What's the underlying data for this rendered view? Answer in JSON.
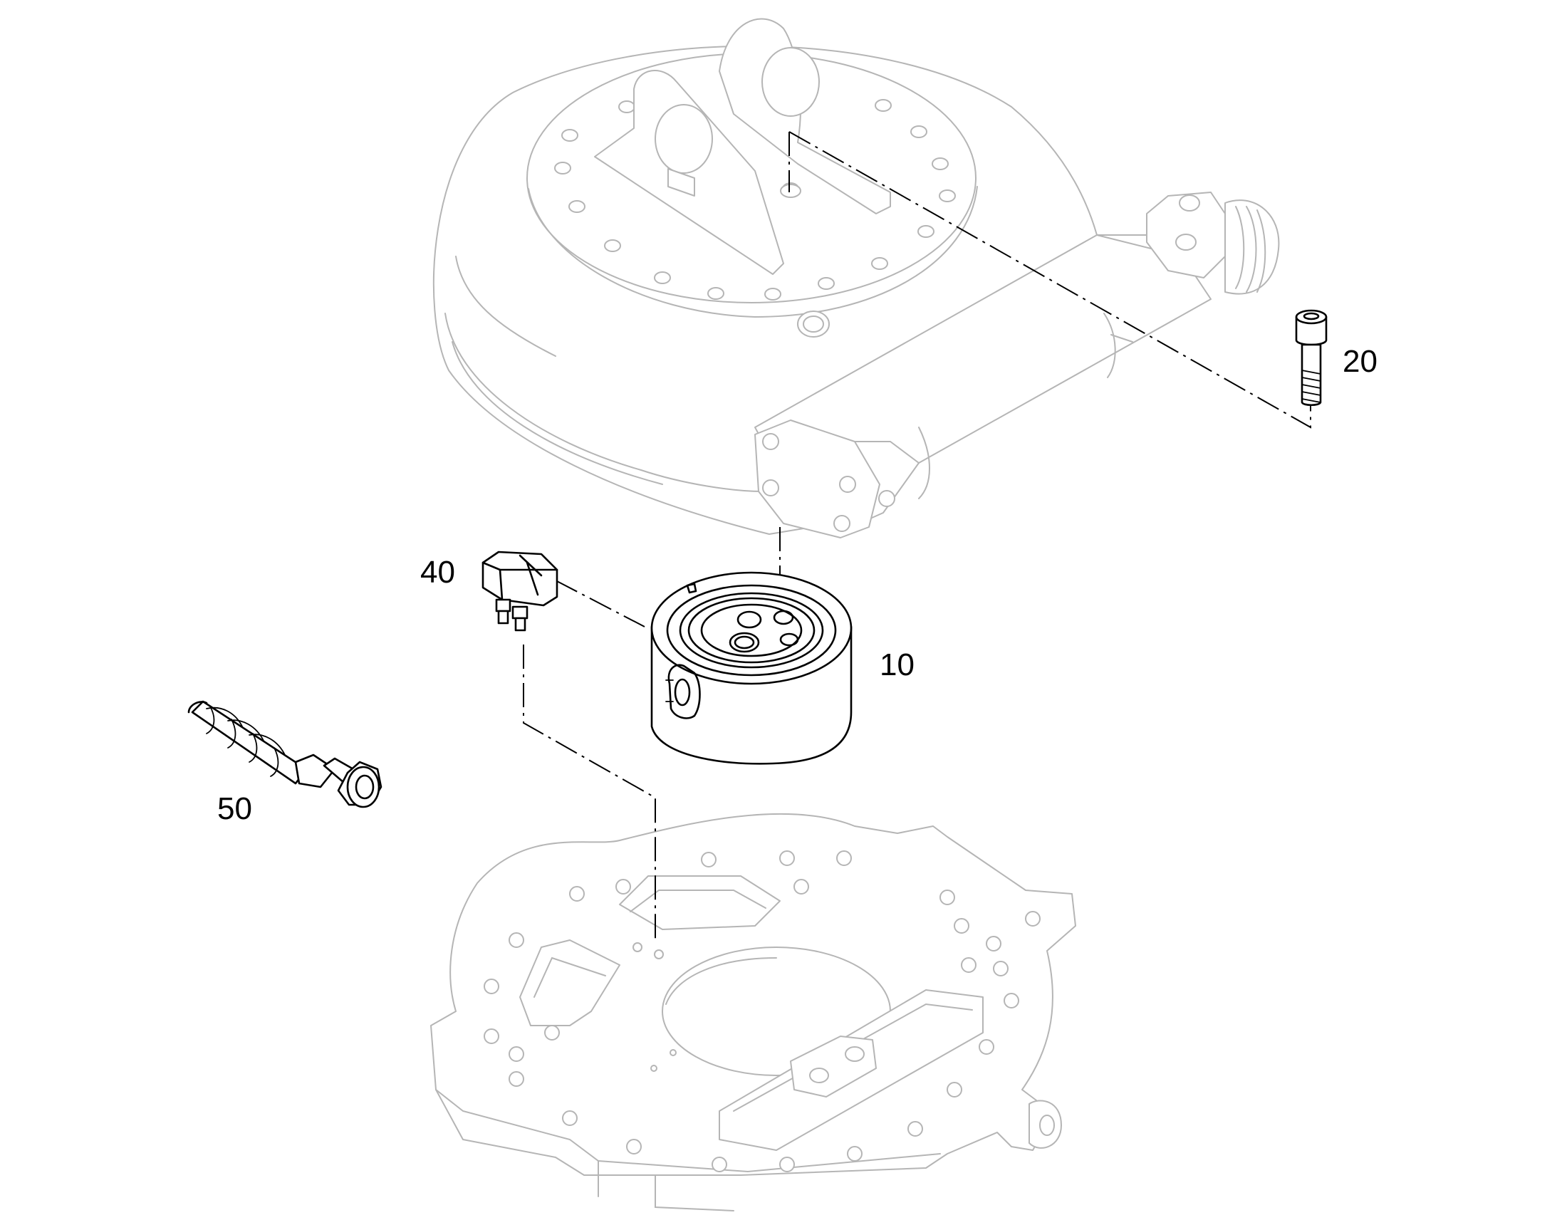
{
  "callouts": [
    {
      "id": "part-10",
      "label": "10"
    },
    {
      "id": "part-20",
      "label": "20"
    },
    {
      "id": "part-40",
      "label": "40"
    },
    {
      "id": "part-50",
      "label": "50"
    }
  ],
  "colors": {
    "part_outline": "#000000",
    "context_outline": "#b5b5b5",
    "background": "#ffffff"
  }
}
